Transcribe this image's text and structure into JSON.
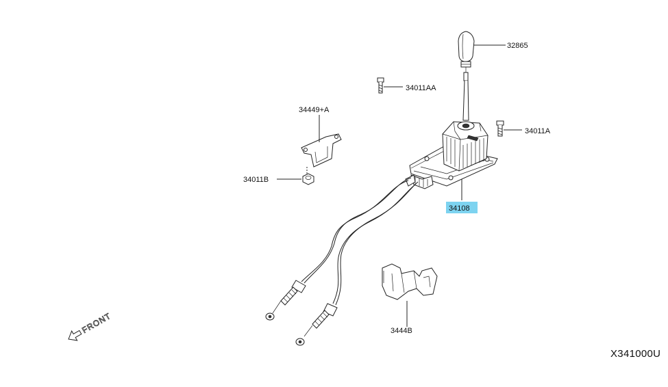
{
  "diagram": {
    "reference_code": "X341000U",
    "front_label": "FRONT",
    "highlight_color": "#7dd3f0",
    "callouts": [
      {
        "id": "knob",
        "label": "32865"
      },
      {
        "id": "bolt-aa",
        "label": "34011AA"
      },
      {
        "id": "bolt-a",
        "label": "34011A"
      },
      {
        "id": "bracket-a",
        "label": "34449+A"
      },
      {
        "id": "nut-b",
        "label": "34011B"
      },
      {
        "id": "shifter-assembly",
        "label": "34108",
        "highlighted": true
      },
      {
        "id": "bracket-b",
        "label": "3444B"
      }
    ]
  }
}
